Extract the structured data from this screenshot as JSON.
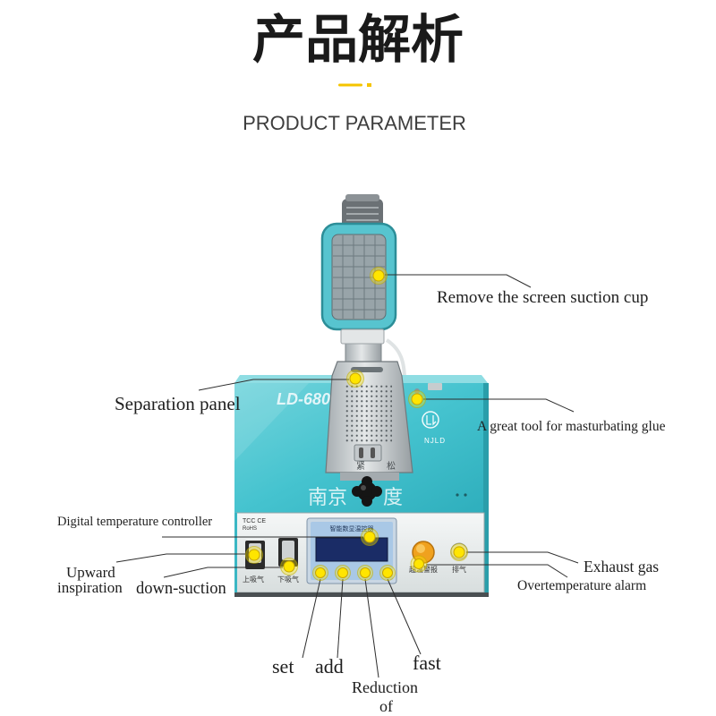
{
  "header": {
    "title": "产品解析",
    "subtitle": "PRODUCT PARAMETER"
  },
  "callouts": {
    "suction_cup": "Remove the screen suction cup",
    "separation_panel": "Separation panel",
    "glue_tool": "A great tool for masturbating glue",
    "temperature_controller": "Digital temperature controller",
    "upward_inspiration": [
      "Upward",
      "inspiration"
    ],
    "down_suction": "down-suction",
    "exhaust_gas": "Exhaust gas",
    "overtemperature_alarm": "Overtemperature alarm",
    "set": "set",
    "add": "add",
    "reduction": [
      "Reduction",
      "of"
    ],
    "fast": "fast"
  },
  "machine": {
    "model": "LD-680",
    "brand_left": "南京",
    "brand_right": "度",
    "logo_text": "NJLD",
    "plate_tight": "紧",
    "plate_loose": "松",
    "certifications": [
      "TCC CE",
      "RoHS"
    ],
    "controller_label": "智能数显温控器",
    "switch_up_label": "上吸气",
    "switch_down_label": "下吸气",
    "alarm_label": "超温警报",
    "exhaust_label": "排气"
  },
  "colors": {
    "accent": "#f5c400",
    "marker": "#ffe500",
    "body": "#45c3cf",
    "knob": "#f0a11e"
  }
}
